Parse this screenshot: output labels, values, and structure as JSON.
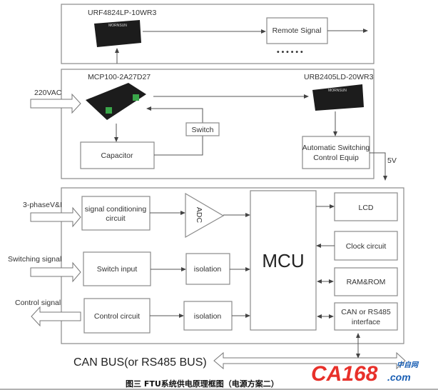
{
  "top_section": {
    "module_label": "URF4824LP-10WR3",
    "remote_signal": "Remote Signal",
    "ellipsis": "• • • • • •"
  },
  "power_section": {
    "input_label": "220VAC",
    "mcp_label": "MCP100-2A27D27",
    "urb_label": "URB2405LD-20WR3",
    "switch": "Switch",
    "capacitor": "Capacitor",
    "auto_switch_line1": "Automatic Switching",
    "auto_switch_line2": "Control  Equip",
    "output_label": "5V"
  },
  "ftu_section": {
    "inputs": {
      "three_phase": "3-phaseV&I",
      "switching_signal": "Switching signal",
      "control_signal": "Control signal"
    },
    "signal_cond_line1": "signal conditioning",
    "signal_cond_line2": "circuit",
    "adc": "ADC",
    "switch_input": "Switch input",
    "isolation_1": "isolation",
    "isolation_2": "isolation",
    "control_circuit": "Control circuit",
    "mcu": "MCU",
    "lcd": "LCD",
    "clock": "Clock circuit",
    "ram_rom": "RAM&ROM",
    "can_line1": "CAN or RS485",
    "can_line2": "interface"
  },
  "bus_label": "CAN BUS(or RS485 BUS)",
  "caption": "图三  FTU系统供电原理框图（电源方案二）",
  "watermark": {
    "main": "CA168",
    "suffix": ".com",
    "cn": "中自网",
    "color": "#e8302a",
    "suffix_color": "#1a5fb4"
  },
  "module_brand": "MORNSUN"
}
